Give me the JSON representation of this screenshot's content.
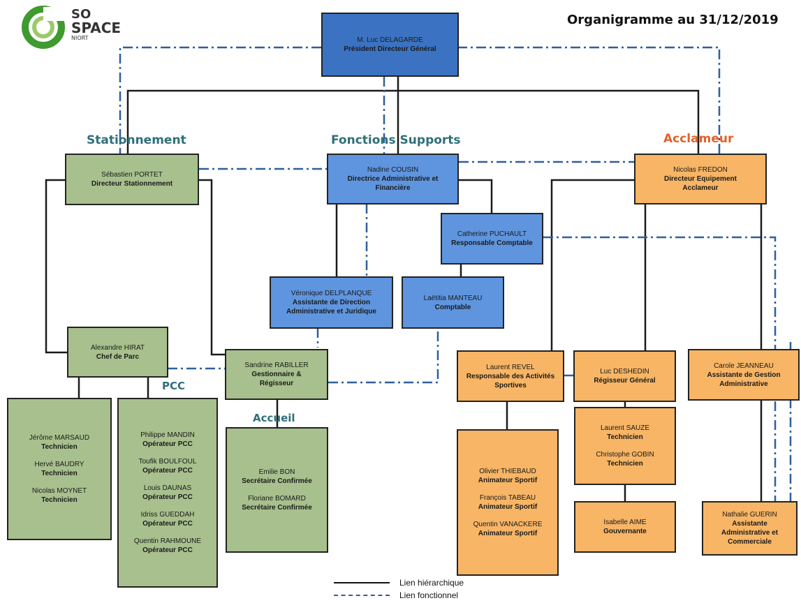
{
  "header": {
    "title": "Organigramme au 31/12/2019"
  },
  "logo": {
    "line1": "SO",
    "line2": "SPACE",
    "line3": "NIORT",
    "colors": {
      "ring_outer": "#3f9a2f",
      "ring_inner": "#9cc86a"
    }
  },
  "sections": {
    "stationnement": "Stationnement",
    "fonctions": "Fonctions Supports",
    "acclameur": "Acclameur",
    "pcc": "PCC",
    "accueil": "Accueil"
  },
  "boxes": {
    "pdg": {
      "name": "M. Luc DELAGARDE",
      "role": "Président Directeur Général"
    },
    "portet": {
      "name": "Sébastien PORTET",
      "role": "Directeur Stationnement"
    },
    "cousin": {
      "name": "Nadine COUSIN",
      "role": "Directrice Administrative et Financière"
    },
    "fredon": {
      "name": "Nicolas FREDON",
      "role": "Directeur Equipement Acclameur"
    },
    "puchault": {
      "name": "Catherine PUCHAULT",
      "role": "Responsable Comptable"
    },
    "delplanque": {
      "name": "Véronique DELPLANQUE",
      "role": "Assistante de Direction Administrative et Juridique"
    },
    "manteau": {
      "name": "Laëtitia MANTEAU",
      "role": "Comptable"
    },
    "hirat": {
      "name": "Alexandre HIRAT",
      "role": "Chef de Parc"
    },
    "rabiller": {
      "name": "Sandrine RABILLER",
      "role": "Gestionnaire & Régisseur"
    },
    "revel": {
      "name": "Laurent REVEL",
      "role": "Responsable des Activités Sportives"
    },
    "deshedin": {
      "name": "Luc DESHEDIN",
      "role": "Régisseur Général"
    },
    "jeanneau": {
      "name": "Carole JEANNEAU",
      "role": "Assistante de Gestion Administrative"
    },
    "aime": {
      "name": "Isabelle AIME",
      "role": "Gouvernante"
    },
    "guerin": {
      "name": "Nathalie GUERIN",
      "role": "Assistante Administrative et Commerciale"
    }
  },
  "groups": {
    "techniciens_parc": [
      {
        "name": "Jérôme MARSAUD",
        "role": "Technicien"
      },
      {
        "name": "Hervé BAUDRY",
        "role": "Technicien"
      },
      {
        "name": "Nicolas MOYNET",
        "role": "Technicien"
      }
    ],
    "pcc": [
      {
        "name": "Philippe MANDIN",
        "role": "Opérateur PCC"
      },
      {
        "name": "Toufik BOULFOUL",
        "role": "Opérateur PCC"
      },
      {
        "name": "Louis DAUNAS",
        "role": "Opérateur PCC"
      },
      {
        "name": "Idriss GUEDDAH",
        "role": "Opérateur PCC"
      },
      {
        "name": "Quentin RAHMOUNE",
        "role": "Opérateur PCC"
      }
    ],
    "accueil": [
      {
        "name": "Emilie BON",
        "role": "Secrétaire Confirmée"
      },
      {
        "name": "Floriane BOMARD",
        "role": "Secrétaire Confirmée"
      }
    ],
    "animateurs": [
      {
        "name": "Olivier THIEBAUD",
        "role": "Animateur Sportif"
      },
      {
        "name": "François TABEAU",
        "role": "Animateur Sportif"
      },
      {
        "name": "Quentin VANACKERE",
        "role": "Animateur Sportif"
      }
    ],
    "techniciens_acclameur": [
      {
        "name": "Laurent SAUZE",
        "role": "Technicien"
      },
      {
        "name": "Christophe GOBIN",
        "role": "Technicien"
      }
    ]
  },
  "legend": {
    "solid": "Lien hiérarchique",
    "dashed": "Lien fonctionnel"
  },
  "colors": {
    "blue_dark": "#3b73c2",
    "blue": "#5f95df",
    "green": "#a7c08d",
    "orange": "#f7b565",
    "dash": "#2e5f9e"
  }
}
